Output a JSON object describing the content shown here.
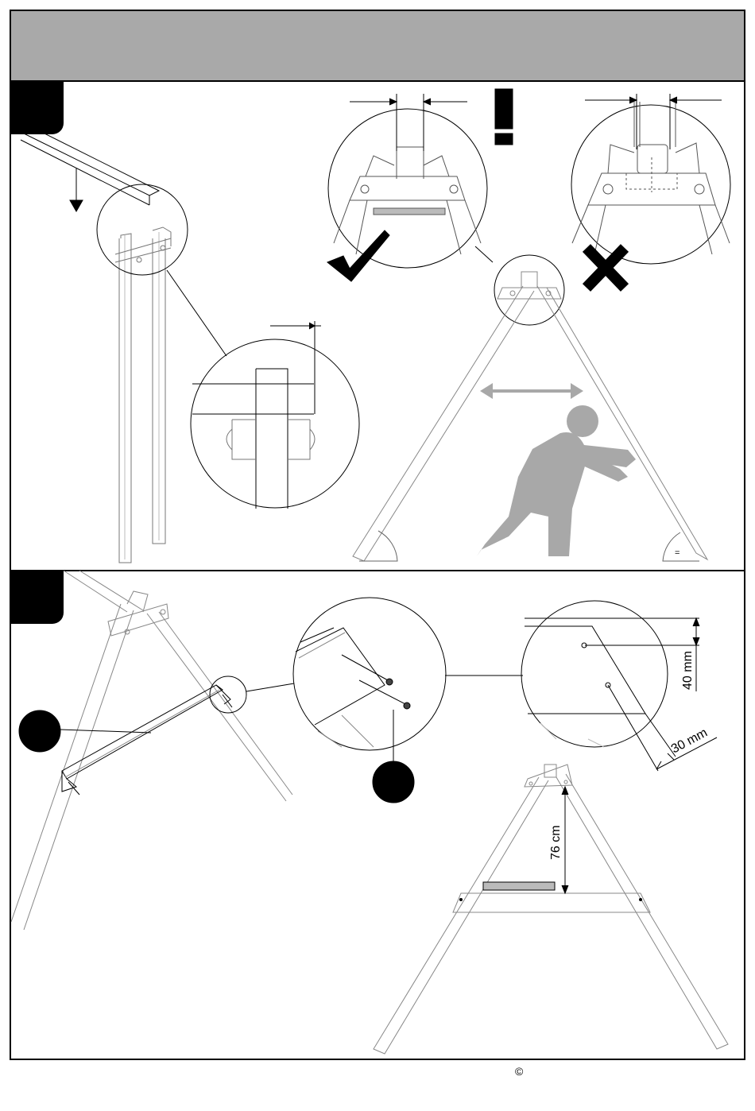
{
  "header": {
    "title": ""
  },
  "steps": [
    {
      "number": ""
    },
    {
      "number": ""
    }
  ],
  "step1": {
    "icons": [
      "check-icon",
      "cross-icon",
      "warning-icon",
      "double-arrow-icon",
      "pushing-person-icon"
    ],
    "angle_mark_right": "="
  },
  "step2": {
    "dim_offset_top": "40 mm",
    "dim_offset_side": "30 mm",
    "dim_height": "76 cm",
    "part_badges": [
      "",
      ""
    ]
  },
  "footer": {
    "copyright": "©"
  },
  "colors": {
    "header": "#a9a9a9",
    "figure": "#a8a8a8",
    "ink": "#000000"
  }
}
